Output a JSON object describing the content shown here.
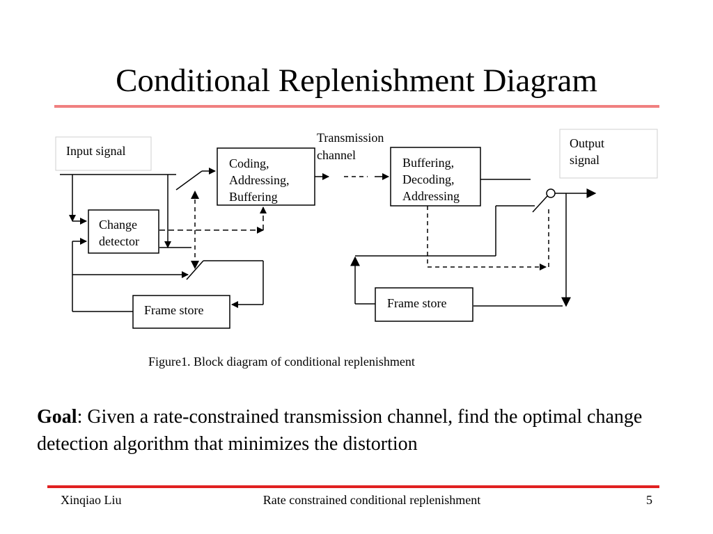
{
  "slide": {
    "title": "Conditional Replenishment Diagram"
  },
  "diagram": {
    "input_signal": "Input signal",
    "change_detector": [
      "Change",
      "detector"
    ],
    "coding_block": [
      "Coding,",
      "Addressing,",
      "Buffering"
    ],
    "transmission_channel": [
      "Transmission",
      "channel"
    ],
    "decoding_block": [
      "Buffering,",
      "Decoding,",
      "Addressing"
    ],
    "output_signal": [
      "Output",
      "signal"
    ],
    "frame_store_left": "Frame store",
    "frame_store_right": "Frame store",
    "caption": "Figure1. Block diagram of conditional replenishment"
  },
  "goal": {
    "label": "Goal",
    "text": ": Given a rate-constrained transmission channel, find the optimal change detection algorithm that minimizes the distortion"
  },
  "footer": {
    "author": "Xinqiao Liu",
    "center": "Rate constrained conditional replenishment",
    "page": "5"
  },
  "colors": {
    "title_rule": "#f08080",
    "footer_rule": "#e02020"
  }
}
